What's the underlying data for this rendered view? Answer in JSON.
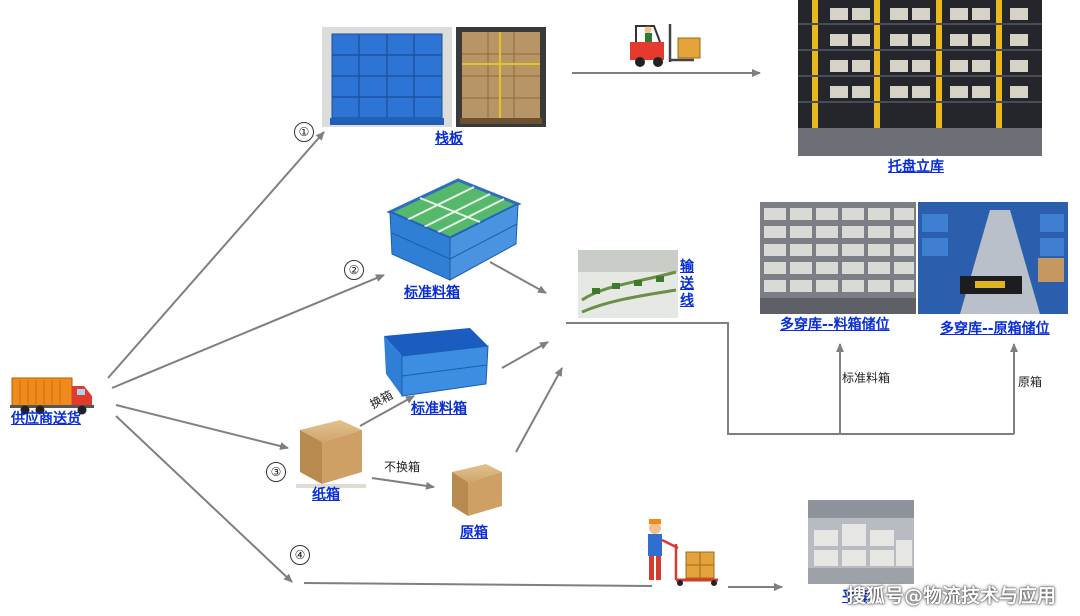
{
  "nodes": {
    "supplier": "供应商送货",
    "pallet": "栈板",
    "pallet_warehouse": "托盘立库",
    "standard_bin_1": "标准料箱",
    "standard_bin_2": "标准料箱",
    "conveyor_chars": [
      "输",
      "送",
      "线"
    ],
    "multi_shuttle_bin": "多穿库--料箱储位",
    "multi_shuttle_original": "多穿库--原箱储位",
    "carton": "纸箱",
    "original_box": "原箱",
    "flat_warehouse": "平库"
  },
  "edge_labels": {
    "repack": "换箱",
    "no_repack": "不换箱",
    "standard_bin_line": "标准料箱",
    "original_box_line": "原箱"
  },
  "route_numbers": [
    "①",
    "②",
    "③",
    "④"
  ],
  "watermark": "搜狐号@物流技术与应用",
  "colors": {
    "label_blue": "#0a2fd6",
    "arrow_gray": "#7f7f7f",
    "bin_blue": "#2f7fd6",
    "cardboard": "#c9a068"
  }
}
